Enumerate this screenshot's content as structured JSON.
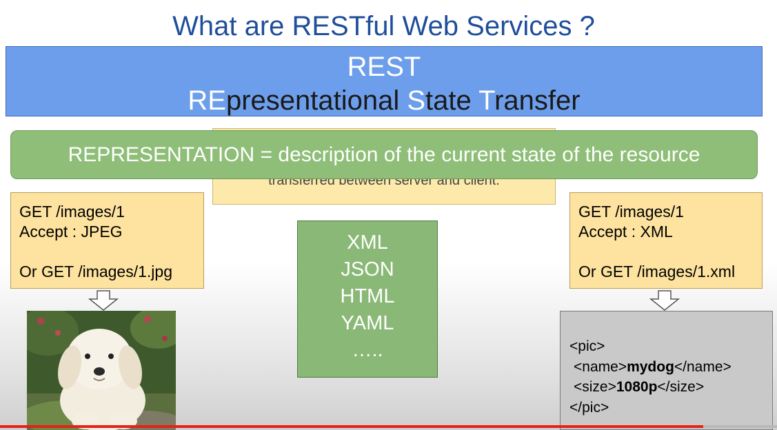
{
  "slide": {
    "title": "What are RESTful Web Services ?",
    "rest_banner": {
      "line1": "REST",
      "line2_parts": [
        "RE",
        "presentational ",
        "S",
        "tate ",
        "T",
        "ransfer"
      ]
    },
    "hidden_note": "transferred between server and client.",
    "representation_banner": "REPRESENTATION = description of the current state of the resource",
    "left_request": {
      "line1": "GET /images/1",
      "line2": "Accept : JPEG",
      "line3": "Or GET /images/1.jpg"
    },
    "right_request": {
      "line1": "GET /images/1",
      "line2": "Accept : XML",
      "line3": "Or GET /images/1.xml"
    },
    "formats": [
      "XML",
      "JSON",
      "HTML",
      "YAML",
      "….."
    ],
    "xml_response": {
      "open_pic": "<pic>",
      "name_open": "<name>",
      "name_value": "mydog",
      "name_close": "</name>",
      "size_open": "<size>",
      "size_value": "1080p",
      "size_close": "</size>",
      "close_pic": "</pic>"
    }
  },
  "player": {
    "progress_fraction": 0.905
  },
  "colors": {
    "title": "#1f4e9b",
    "rest_banner": "#6d9eeb",
    "representation_banner": "#8fbe78",
    "request_box": "#fde39f",
    "formats_box": "#8ab876",
    "progress": "#e62117"
  },
  "icons": {
    "arrow": "down-arrow-icon",
    "photo": "puppy-photo"
  }
}
